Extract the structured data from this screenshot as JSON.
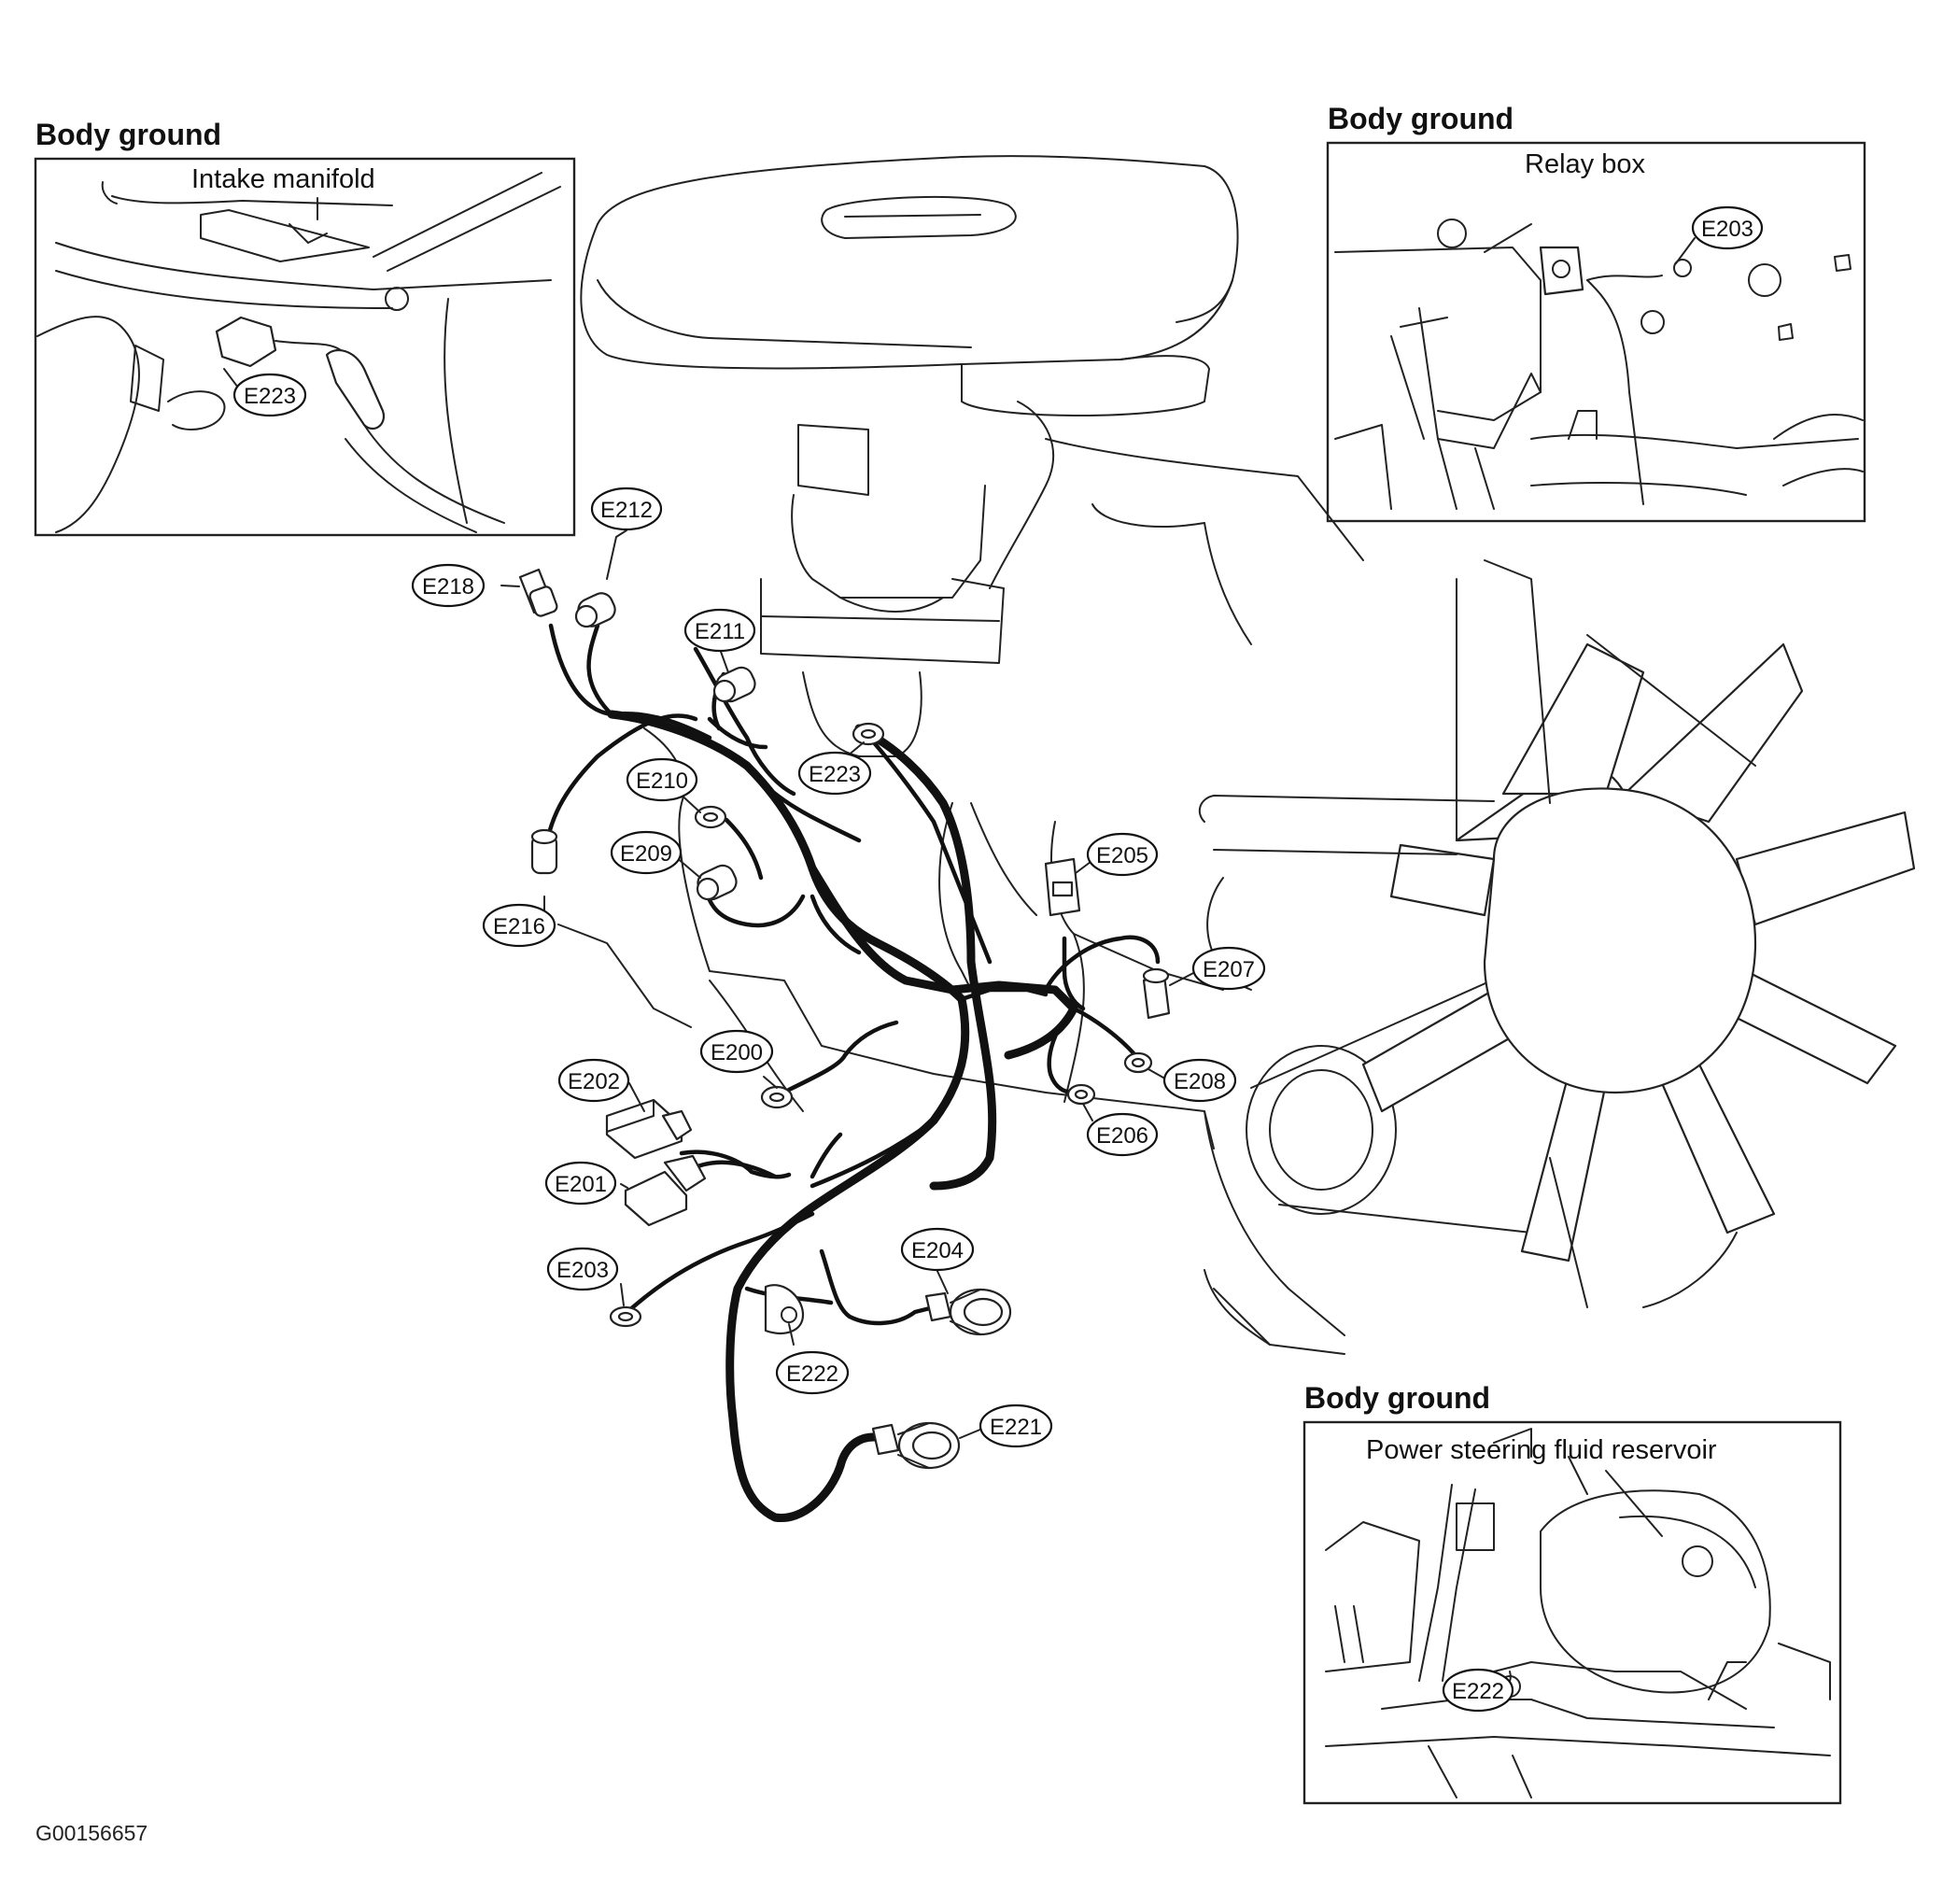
{
  "figure_id": "G00156657",
  "insets": {
    "top_left": {
      "heading": "Body ground",
      "title": "Intake manifold",
      "connector": "E223"
    },
    "top_right": {
      "heading": "Body ground",
      "title": "Relay box",
      "connector": "E203"
    },
    "bottom_right": {
      "heading": "Body ground",
      "title": "Power steering fluid reservoir",
      "connector": "E222"
    }
  },
  "connectors": {
    "e212": "E212",
    "e218": "E218",
    "e211": "E211",
    "e223": "E223",
    "e210": "E210",
    "e209": "E209",
    "e205": "E205",
    "e216": "E216",
    "e207": "E207",
    "e200": "E200",
    "e208": "E208",
    "e202": "E202",
    "e206": "E206",
    "e201": "E201",
    "e204": "E204",
    "e203": "E203",
    "e222": "E222",
    "e221": "E221"
  }
}
